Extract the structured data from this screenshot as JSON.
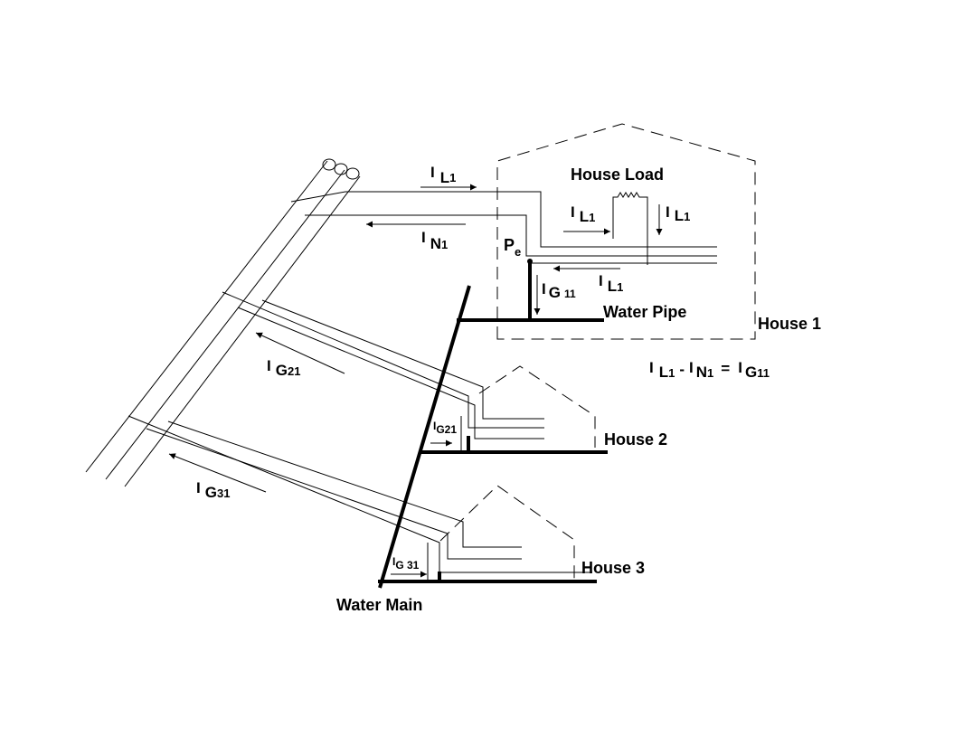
{
  "labels": {
    "house_load": "House Load",
    "water_pipe": "Water Pipe",
    "house1": "House 1",
    "house2": "House 2",
    "house3": "House 3",
    "water_main": "Water Main",
    "pe_main": "P",
    "pe_sub": "e"
  },
  "currents": {
    "I": "I",
    "L1_top": "L",
    "L1_top_sub": "1",
    "N1": "N",
    "N1_sub": "1",
    "L1_mid": "L",
    "L1_mid_sub": "1",
    "L1_right": "L",
    "L1_right_sub": "1",
    "L1_return": "L",
    "L1_return_sub": "1",
    "G11": "G",
    "G11_sub": "11",
    "G21_left": "G",
    "G21_left_sub": "21",
    "G21_house": "G21",
    "G31_left": "G",
    "G31_left_sub": "31",
    "G31_house": "G 31"
  },
  "equation": {
    "L": "L",
    "L_sub": "1",
    "minus": "-",
    "N": "N",
    "N_sub": "1",
    "equals": "=",
    "G": "G",
    "G_sub": "11"
  }
}
